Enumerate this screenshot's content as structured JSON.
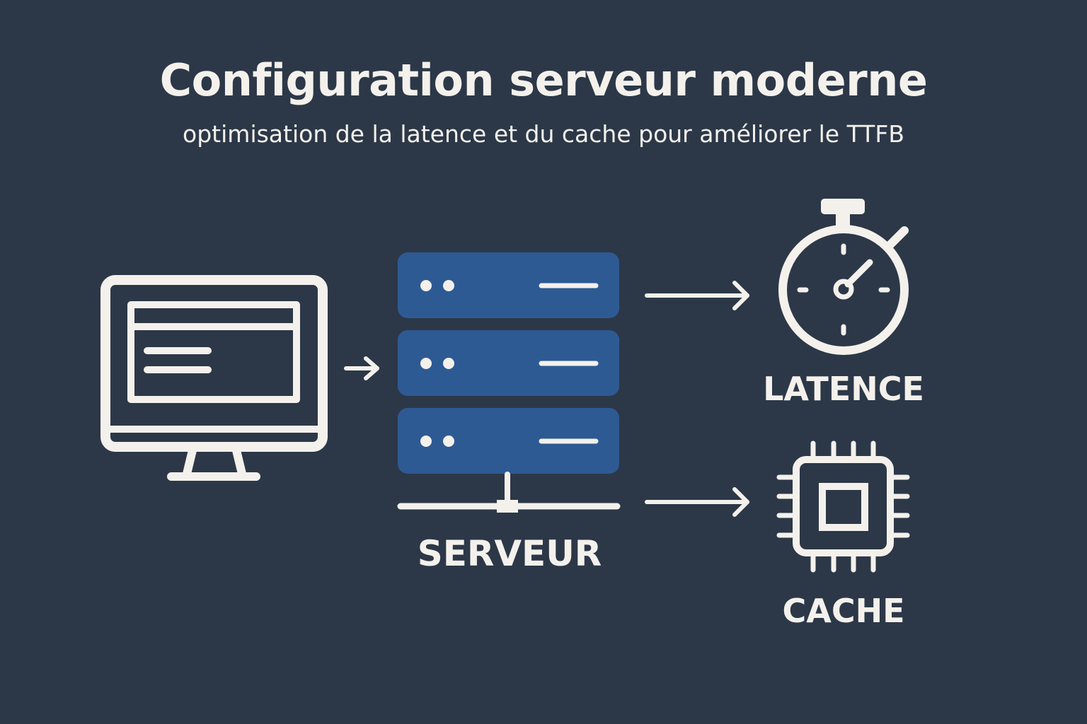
{
  "title": "Configuration serveur moderne",
  "subtitle": "optimisation de la latence et du cache pour améliorer le TTFB",
  "nodes": {
    "server_label": "SERVEUR",
    "latency_label": "LATENCE",
    "cache_label": "CACHE"
  },
  "icons": {
    "client": "monitor-icon",
    "server": "server-rack-icon",
    "latency": "stopwatch-icon",
    "cache": "chip-icon"
  },
  "colors": {
    "background": "#2c3848",
    "foreground": "#f4f1ec",
    "server_blue": "#2e5a94"
  }
}
